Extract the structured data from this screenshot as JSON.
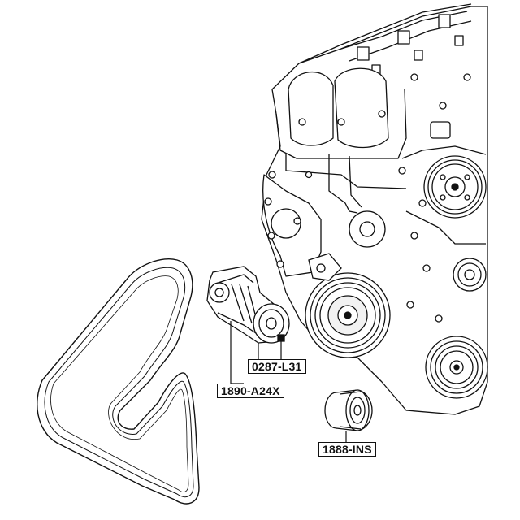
{
  "parts": {
    "idler_pulley": "0287-L31",
    "belt_tensioner": "1890-A24X",
    "tensioner_pulley": "1888-INS"
  },
  "colors": {
    "line": "#111111",
    "background": "#ffffff",
    "shade": "#d6d6d6"
  }
}
